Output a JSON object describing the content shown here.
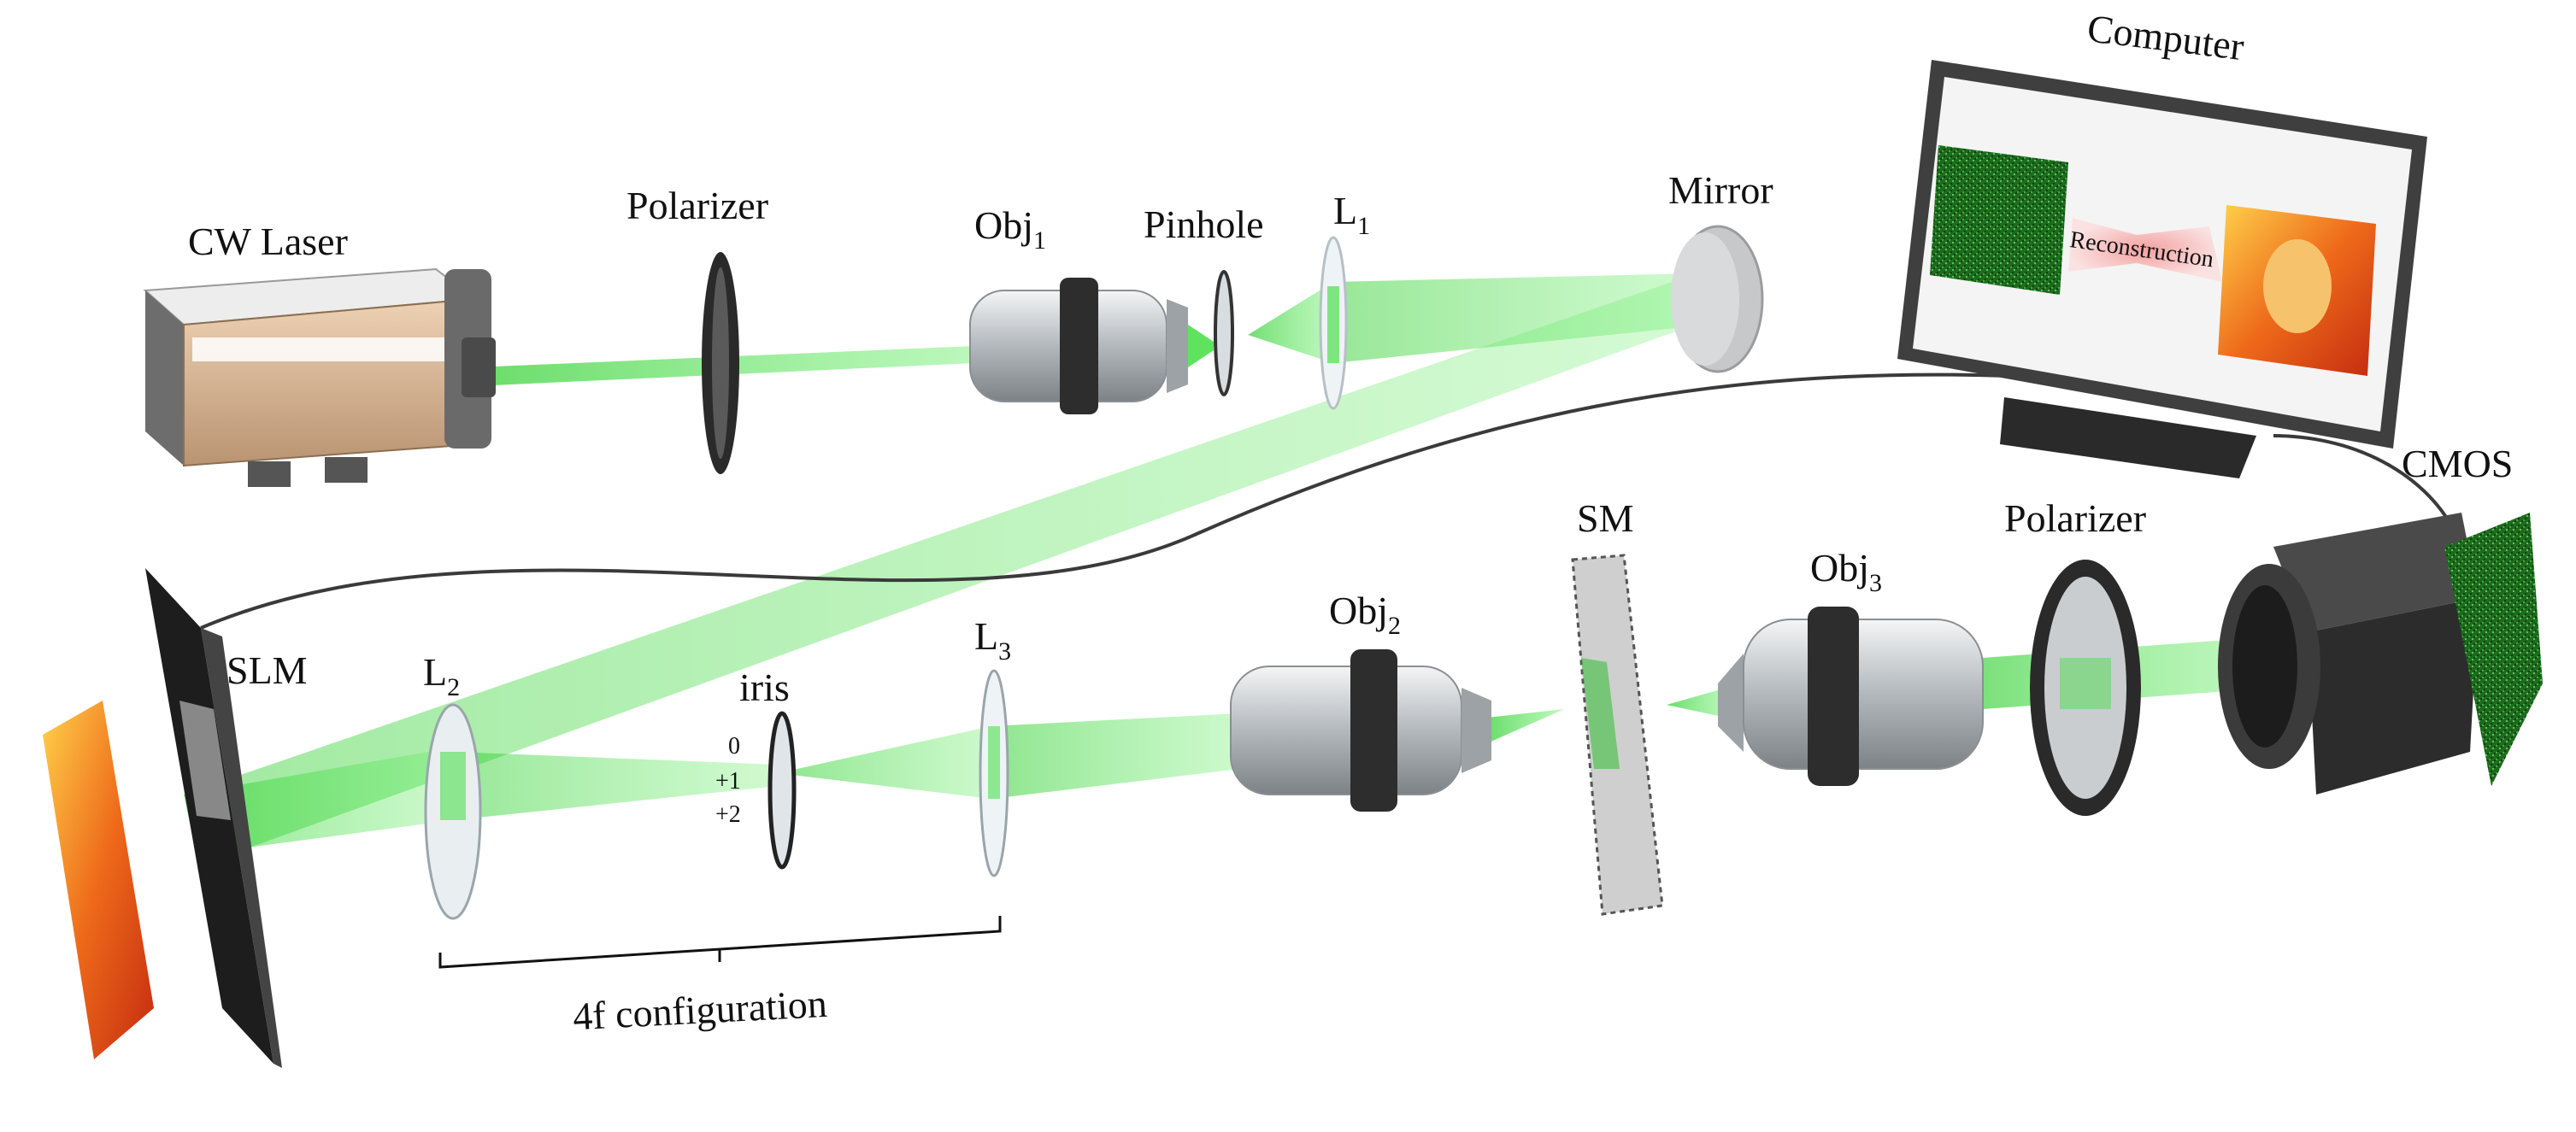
{
  "labels": {
    "laser": "CW  Laser",
    "polarizer_top": "Polarizer",
    "obj1_main": "Obj",
    "obj1_sub": "1",
    "pinhole": "Pinhole",
    "l1_main": "L",
    "l1_sub": "1",
    "mirror": "Mirror",
    "computer": "Computer",
    "reconstruction": "Reconstruction",
    "cmos": "CMOS",
    "slm": "SLM",
    "l2_main": "L",
    "l2_sub": "2",
    "iris": "iris",
    "order_0": "0",
    "order_p1": "+1",
    "order_p2": "+2",
    "l3_main": "L",
    "l3_sub": "3",
    "obj2_main": "Obj",
    "obj2_sub": "2",
    "sm": "SM",
    "obj3_main": "Obj",
    "obj3_sub": "3",
    "polarizer_bottom": "Polarizer",
    "fourf": "4f  configuration"
  },
  "colors": {
    "beam": "#33dd33",
    "lens": "#dfe7ec",
    "metal": "#c9cdd0",
    "dark": "#2b2b2b",
    "laser_body": "#d9b897"
  }
}
